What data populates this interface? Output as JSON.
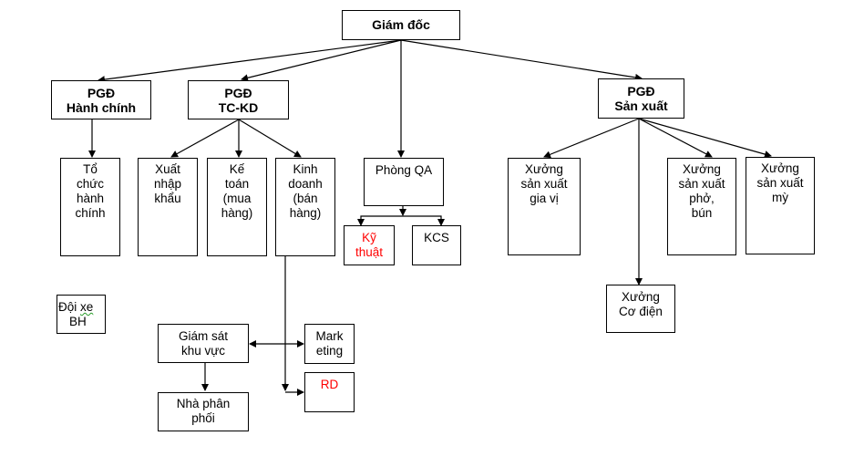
{
  "colors": {
    "line": "#000000",
    "highlight_text": "#ff0000",
    "spellcheck_underline": "#2a9d2a"
  },
  "nodes": {
    "ceo": {
      "label": "Giám đốc"
    },
    "pgd_admin": {
      "label": "PGĐ\nHành chính"
    },
    "pgd_tckd": {
      "label": "PGĐ\nTC-KD"
    },
    "pgd_production": {
      "label": "PGĐ\nSản xuất"
    },
    "org_admin": {
      "label": "Tổ\nchức\nhành\nchính"
    },
    "import_export": {
      "label": "Xuất\nnhập\nkhẩu"
    },
    "accounting": {
      "label": "Kế\ntoán\n(mua\nhàng)"
    },
    "business": {
      "label": "Kinh\ndoanh\n(bán\nhàng)"
    },
    "qa": {
      "label": "Phòng QA"
    },
    "technical": {
      "label": "Kỹ\nthuật"
    },
    "kcs": {
      "label": "KCS"
    },
    "spice_workshop": {
      "label": "Xưởng\nsản xuất\ngia vị"
    },
    "pho_workshop": {
      "label": "Xưởng\nsản xuất\nphở,\nbún"
    },
    "noodle_workshop": {
      "label": "Xưởng\nsản xuất\nmỳ"
    },
    "mech_workshop": {
      "label": "Xưởng\nCơ điện"
    },
    "fleet": {
      "label_part1": "Đội ",
      "label_part2": "xe",
      "label_line2": "BH"
    },
    "area_supervisor": {
      "label": "Giám sát\nkhu vực"
    },
    "marketing": {
      "label": "Mark\neting"
    },
    "rd": {
      "label": "RD"
    },
    "distributor": {
      "label": "Nhà phân\nphối"
    }
  }
}
